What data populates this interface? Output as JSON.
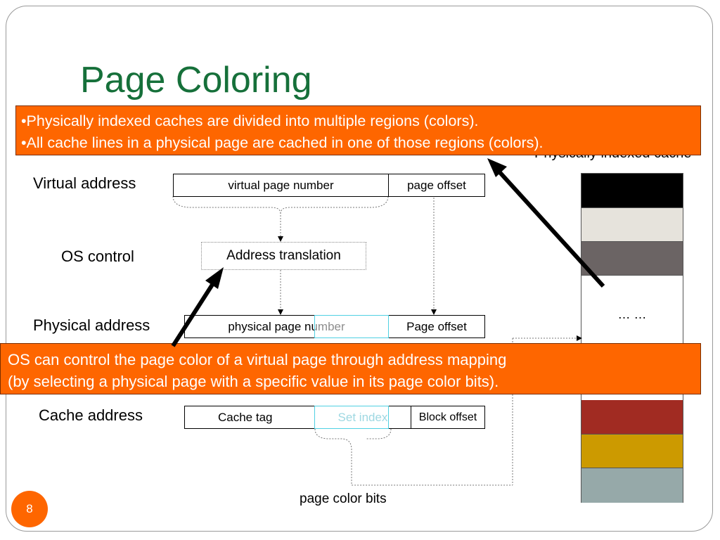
{
  "slide": {
    "title": "Page Coloring",
    "page_number": "8"
  },
  "callout_top": {
    "line1": "•Physically indexed caches are divided into multiple regions (colors).",
    "line2": "•All cache lines in a physical page are cached in one of those regions (colors)."
  },
  "callout_middle": {
    "line1": "OS can control the page color of a virtual page through address mapping",
    "line2": "(by selecting a physical page with a specific value in its page color bits)."
  },
  "labels": {
    "virtual_address": "Virtual address",
    "os_control": "OS control",
    "physical_address": "Physical address",
    "cache_address": "Cache address",
    "page_color_bits": "page color bits"
  },
  "virtual_address_fields": {
    "virtual_page_number": "virtual page number",
    "page_offset": "page offset"
  },
  "address_translation": "Address translation",
  "physical_address_fields": {
    "physical_page_number": "physical page number",
    "page_offset": "Page offset"
  },
  "cache_address_fields": {
    "cache_tag": "Cache tag",
    "set_index": "Set index",
    "block_offset": "Block offset"
  },
  "cache": {
    "title": "Physically indexed cache",
    "ellipsis": "… …",
    "colors": {
      "black": "#000000",
      "light": "#e6e3dc",
      "gray": "#6b6464",
      "red": "#a12b22",
      "gold": "#cc9a00",
      "teal": "#96a9a9"
    }
  },
  "colors": {
    "title_green": "#16703a",
    "callout_orange": "#fe6600",
    "highlight_cyan": "#4fd1e3"
  }
}
